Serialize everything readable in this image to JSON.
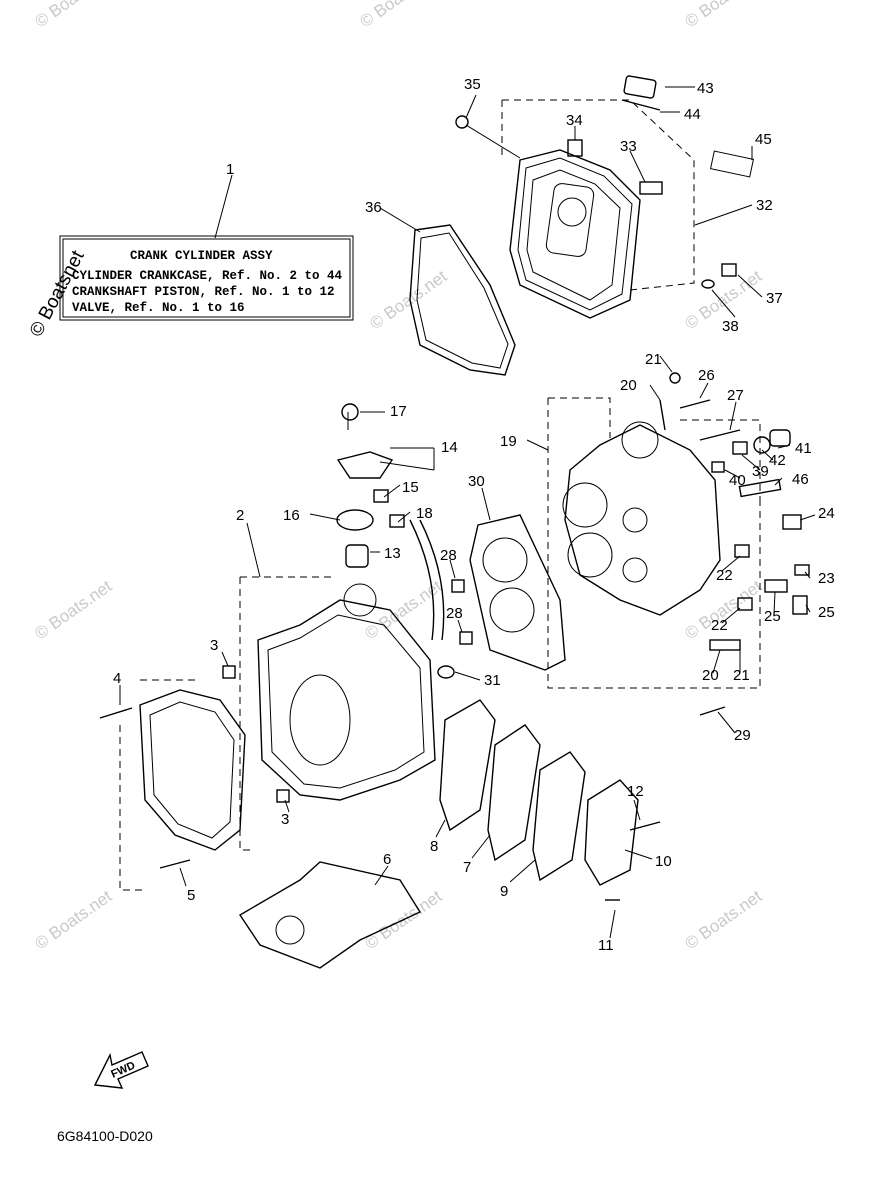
{
  "assembly_box": {
    "lines": [
      "CRANK CYLINDER ASSY",
      "CYLINDER CRANKCASE, Ref. No. 2 to 44",
      "CRANKSHAFT PISTON,   Ref. No. 1 to 12",
      "VALVE, Ref. No. 1 to 16"
    ]
  },
  "callouts": [
    "1",
    "2",
    "3",
    "3",
    "4",
    "5",
    "6",
    "7",
    "8",
    "9",
    "10",
    "11",
    "12",
    "13",
    "14",
    "15",
    "16",
    "17",
    "18",
    "19",
    "20",
    "20",
    "21",
    "21",
    "22",
    "22",
    "23",
    "24",
    "25",
    "25",
    "26",
    "27",
    "28",
    "28",
    "29",
    "30",
    "31",
    "32",
    "33",
    "34",
    "35",
    "36",
    "37",
    "38",
    "39",
    "40",
    "41",
    "42",
    "43",
    "44",
    "45",
    "46"
  ],
  "fwd_label": "FWD",
  "diagram_code": "6G84100-D020",
  "watermarks": {
    "corner": "© Boatsnet",
    "tile": "© Boats.net"
  }
}
